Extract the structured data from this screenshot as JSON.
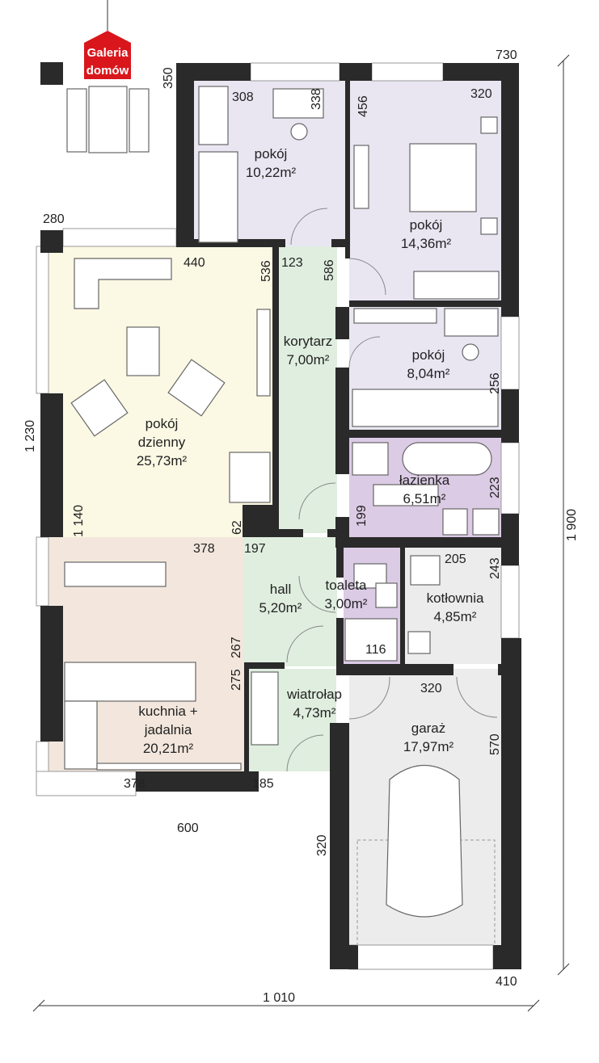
{
  "logo": {
    "line1": "Galeria",
    "line2": "domów",
    "color": "#d9161c"
  },
  "colors": {
    "wall": "#2a2a2a",
    "bedroom": "#e9e6f2",
    "bathroom": "#dccbe5",
    "living": "#fbf8e4",
    "kitchen": "#f3e7dd",
    "circulation": "#dfeedf",
    "utility": "#ececec"
  },
  "rooms": [
    {
      "name": "pokój",
      "area": "10,22m²"
    },
    {
      "name": "pokój",
      "area": "14,36m²"
    },
    {
      "name": "korytarz",
      "area": "7,00m²"
    },
    {
      "name": "pokój",
      "area": "8,04m²"
    },
    {
      "name": "pokój",
      "name2": "dzienny",
      "area": "25,73m²"
    },
    {
      "name": "łazienka",
      "area": "6,51m²"
    },
    {
      "name": "hall",
      "area": "5,20m²"
    },
    {
      "name": "toaleta",
      "area": "3,00m²"
    },
    {
      "name": "kotłownia",
      "area": "4,85m²"
    },
    {
      "name": "kuchnia +",
      "name2": "jadalnia",
      "area": "20,21m²"
    },
    {
      "name": "wiatrołap",
      "area": "4,73m²"
    },
    {
      "name": "garaż",
      "area": "17,97m²"
    }
  ],
  "dimensions": {
    "d730": "730",
    "d350": "350",
    "d308": "308",
    "d338": "338",
    "d456": "456",
    "d320a": "320",
    "d280": "280",
    "d440": "440",
    "d536": "536",
    "d123": "123",
    "d586": "586",
    "d256": "256",
    "d1230": "1 230",
    "d1140": "1 140",
    "d62": "62",
    "d199": "199",
    "d223": "223",
    "d378a": "378",
    "d197": "197",
    "d205": "205",
    "d243": "243",
    "d116": "116",
    "d267": "267",
    "d275": "275",
    "d320b": "320",
    "d570": "570",
    "d378b": "378",
    "d185": "185",
    "d600": "600",
    "d320c": "320",
    "d1900": "1 900",
    "d410": "410",
    "d1010": "1 010"
  }
}
